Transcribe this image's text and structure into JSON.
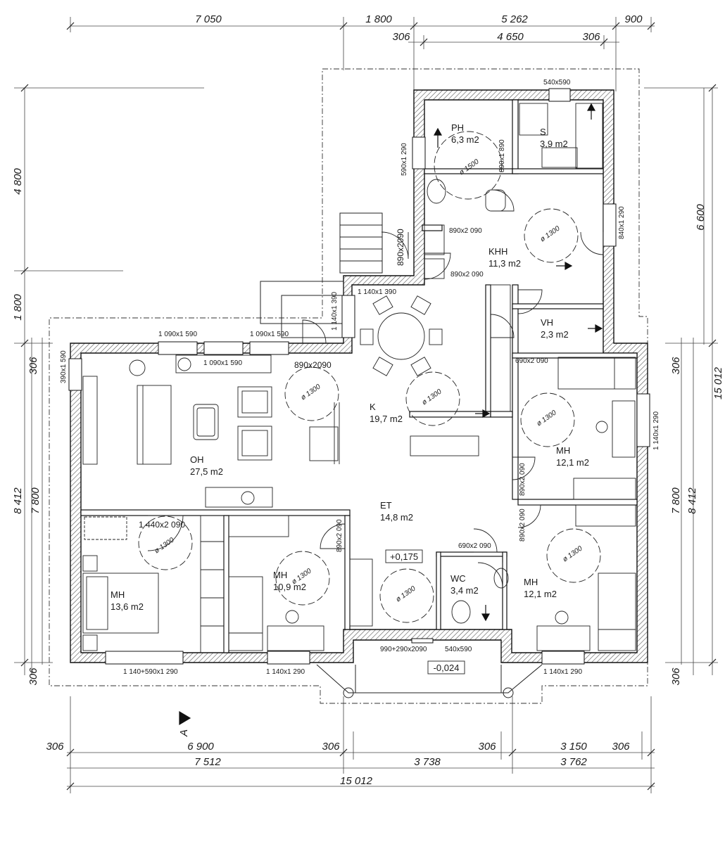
{
  "dims": {
    "top_row1": [
      "7 050",
      "1 800",
      "5 262",
      "900"
    ],
    "top_row2": [
      "306",
      "4 650",
      "306"
    ],
    "left": [
      "4 800",
      "1 800",
      "306",
      "7 800",
      "8 412",
      "306"
    ],
    "right": [
      "6 600",
      "15 012",
      "306",
      "7 800",
      "8 412",
      "306"
    ],
    "bottom_row1": [
      "306",
      "6 900",
      "306",
      "306",
      "3 150",
      "306"
    ],
    "bottom_row2": [
      "7 512",
      "3 738",
      "3 762"
    ],
    "bottom_total": "15 012"
  },
  "rooms": [
    {
      "code": "PH",
      "area": "6,3 m2"
    },
    {
      "code": "S",
      "area": "3,9 m2"
    },
    {
      "code": "KHH",
      "area": "11,3 m2"
    },
    {
      "code": "VH",
      "area": "2,3 m2"
    },
    {
      "code": "K",
      "area": "19,7 m2"
    },
    {
      "code": "OH",
      "area": "27,5 m2"
    },
    {
      "code": "MH",
      "area": "12,1 m2"
    },
    {
      "code": "ET",
      "area": "14,8 m2"
    },
    {
      "code": "MH",
      "area": "13,6 m2"
    },
    {
      "code": "MH",
      "area": "10,9 m2"
    },
    {
      "code": "WC",
      "area": "3,4 m2"
    },
    {
      "code": "MH",
      "area": "12,1 m2"
    }
  ],
  "openings": [
    "540x590",
    "590x1 290",
    "890x1 890",
    "890x2 090",
    "890x2 090",
    "890x2090",
    "840x1 290",
    "1 140x1 390",
    "1 140x1 390",
    "1 090x1 590",
    "1 090x1 590",
    "1 090x1 590",
    "390x1 590",
    "890x2090",
    "690x2 090",
    "1 140x1 290",
    "890x2 090",
    "890x2 090",
    "1 440x2 090",
    "890x2 090",
    "690x2 090",
    "990+290x2090",
    "540x590",
    "1 140+590x1 290",
    "1 140x1 290",
    "1 140x1 290"
  ],
  "turning_circle": "ø 1300",
  "turning_circle_small": "ø 1500",
  "levels": [
    "+0,175",
    "-0,024"
  ],
  "section_marker": "A"
}
